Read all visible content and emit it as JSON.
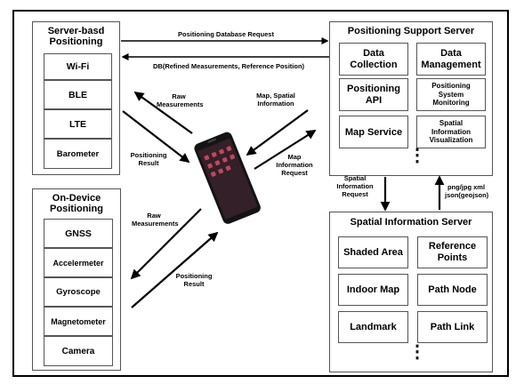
{
  "server_based": {
    "title": "Server-basd Positioning",
    "items": [
      "Wi-Fi",
      "BLE",
      "LTE",
      "Barometer"
    ]
  },
  "on_device": {
    "title": "On-Device Positioning",
    "items": [
      "GNSS",
      "Accelermeter",
      "Gyroscope",
      "Magnetometer",
      "Camera"
    ]
  },
  "support_server": {
    "title": "Positioning Support Server",
    "items": [
      "Data Collection",
      "Data Management",
      "Positioning API",
      "Positioning System Monitoring",
      "Map Service",
      "Spatial Information Visualization"
    ],
    "more": "⋮"
  },
  "spatial_server": {
    "title": "Spatial Information Server",
    "items": [
      "Shaded Area",
      "Reference Points",
      "Indoor Map",
      "Path Node",
      "Landmark",
      "Path Link"
    ],
    "more": "⋮"
  },
  "labels": {
    "db_request": "Positioning Database Request",
    "db_response": "DB(Refined Measurements, Reference Position)",
    "raw_top": "Raw Measurements",
    "result_top": "Positioning Result",
    "map_spatial": "Map, Spatial Information",
    "map_request": "Map Information Request",
    "raw_bottom": "Raw Measurements",
    "result_bottom": "Positioning Result",
    "spatial_request": "Spatial Information Request",
    "formats": "png/jpg xml json(geojson)"
  }
}
